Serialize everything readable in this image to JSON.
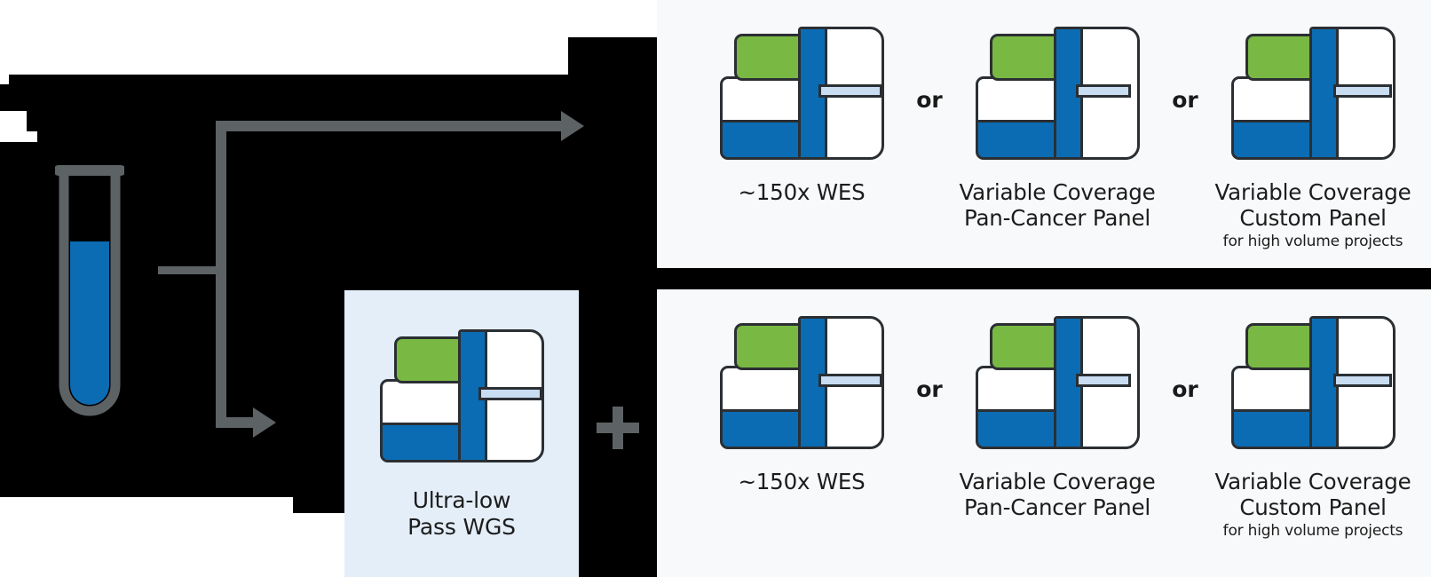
{
  "colors": {
    "brand_blue": "#0b6cb3",
    "brand_green": "#78b843",
    "connector_gray": "#5d6265",
    "panel_bg": "#f7f9fa",
    "wgs_card_bg": "#e3eef8",
    "icon_outline": "#2b2f33",
    "light_blue_bar": "#c8dcf2",
    "mask_black": "#000000"
  },
  "workflow": {
    "sample_icon": "test-tube-icon",
    "plus_symbol": "+",
    "arrow_top": "arrow-right-icon",
    "arrow_bottom": "arrow-right-icon"
  },
  "wgs_card": {
    "icon": "sequencing-panel-icon",
    "label_line1": "Ultra-low",
    "label_line2": "Pass WGS"
  },
  "separator_label": "or",
  "panels": [
    {
      "name": "top-panel",
      "options": [
        {
          "icon": "sequencing-panel-icon",
          "label_line1": "~150x WES",
          "label_line2": "",
          "sublabel": ""
        },
        {
          "icon": "sequencing-panel-icon",
          "label_line1": "Variable Coverage",
          "label_line2": "Pan-Cancer Panel",
          "sublabel": ""
        },
        {
          "icon": "sequencing-panel-icon",
          "label_line1": "Variable Coverage",
          "label_line2": "Custom Panel",
          "sublabel": "for high volume projects"
        }
      ]
    },
    {
      "name": "bottom-panel",
      "options": [
        {
          "icon": "sequencing-panel-icon",
          "label_line1": "~150x WES",
          "label_line2": "",
          "sublabel": ""
        },
        {
          "icon": "sequencing-panel-icon",
          "label_line1": "Variable Coverage",
          "label_line2": "Pan-Cancer Panel",
          "sublabel": ""
        },
        {
          "icon": "sequencing-panel-icon",
          "label_line1": "Variable Coverage",
          "label_line2": "Custom Panel",
          "sublabel": "for high volume projects"
        }
      ]
    }
  ]
}
